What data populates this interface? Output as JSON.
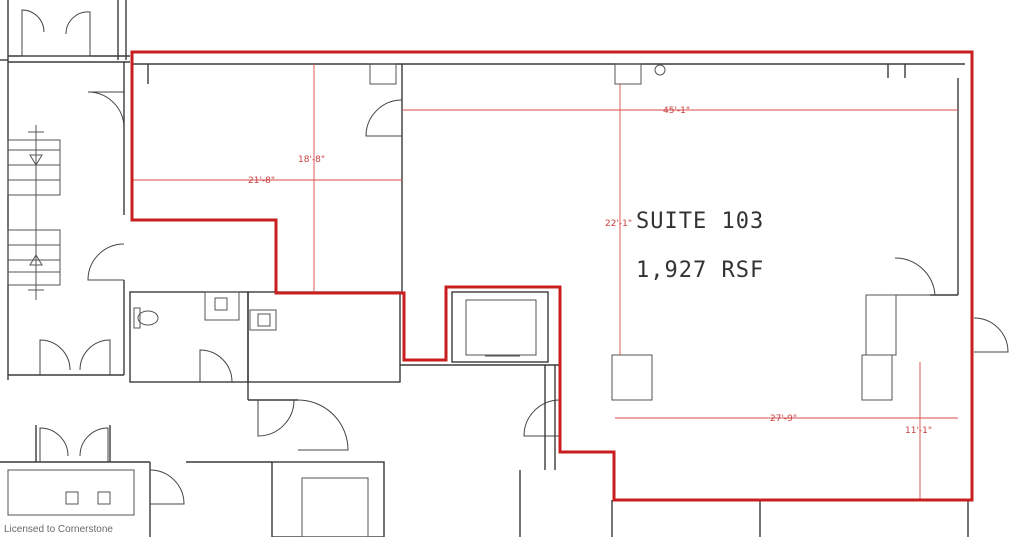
{
  "suite": {
    "name": "SUITE 103",
    "area": "1,927 RSF"
  },
  "dimensions": {
    "d1": "45'-1\"",
    "d2": "18'-8\"",
    "d3": "21'-8\"",
    "d4": "22'-1\"",
    "d5": "27'-9\"",
    "d6": "11'-1\""
  },
  "watermark": "Licensed to Cornerstone",
  "colors": {
    "outline": "#c81e1e",
    "dimension": "#d94a4a",
    "wall": "#3a3a3a"
  }
}
